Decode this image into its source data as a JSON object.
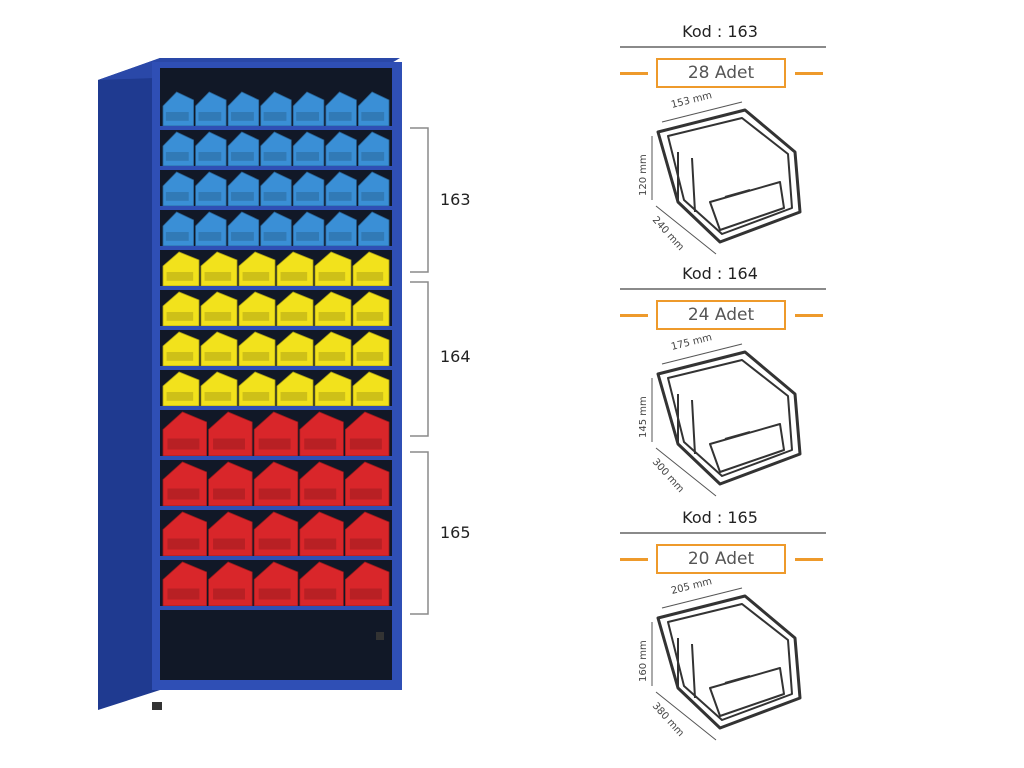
{
  "groups": [
    {
      "code": "163",
      "kod_label": "Kod : 163",
      "quantity": "28 Adet",
      "dims": {
        "width": "153 mm",
        "height": "120 mm",
        "depth": "240 mm"
      },
      "color": "#3a8fd6",
      "rows": 4,
      "cols": 7
    },
    {
      "code": "164",
      "kod_label": "Kod : 164",
      "quantity": "24 Adet",
      "dims": {
        "width": "175 mm",
        "height": "145 mm",
        "depth": "300 mm"
      },
      "color": "#f2e21c",
      "rows": 4,
      "cols": 6
    },
    {
      "code": "165",
      "kod_label": "Kod : 165",
      "quantity": "20 Adet",
      "dims": {
        "width": "205 mm",
        "height": "160 mm",
        "depth": "380 mm"
      },
      "color": "#d9262a",
      "rows": 4,
      "cols": 5
    }
  ],
  "colors": {
    "cabinet": "#2f4fb5",
    "cabinet_dark": "#1f3a90",
    "accent": "#ee9a2b",
    "line": "#8a8a8a"
  }
}
